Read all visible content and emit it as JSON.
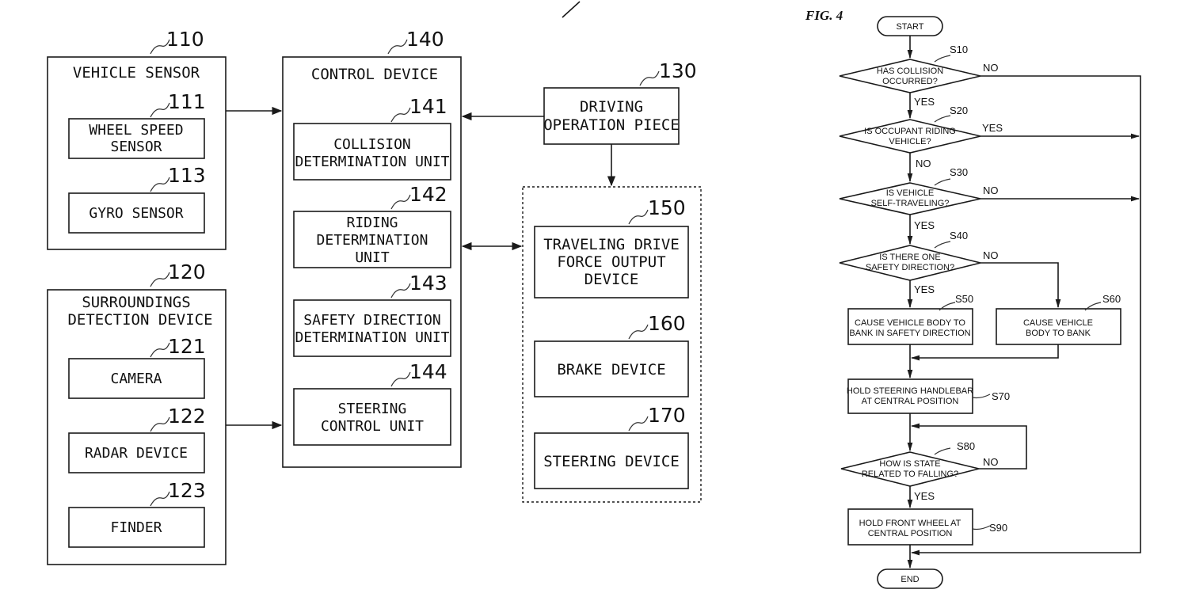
{
  "block_diagram": {
    "vehicle_sensor": {
      "ref": "110",
      "title": "VEHICLE SENSOR"
    },
    "wheel_speed": {
      "ref": "111",
      "lines": [
        "WHEEL SPEED",
        "SENSOR"
      ]
    },
    "gyro": {
      "ref": "113",
      "label": "GYRO SENSOR"
    },
    "surroundings": {
      "ref": "120",
      "lines": [
        "SURROUNDINGS",
        "DETECTION DEVICE"
      ]
    },
    "camera": {
      "ref": "121",
      "label": "CAMERA"
    },
    "radar": {
      "ref": "122",
      "label": "RADAR DEVICE"
    },
    "finder": {
      "ref": "123",
      "label": "FINDER"
    },
    "driving_op": {
      "ref": "130",
      "lines": [
        "DRIVING",
        "OPERATION PIECE"
      ]
    },
    "control_device": {
      "ref": "140",
      "title": "CONTROL DEVICE"
    },
    "collision": {
      "ref": "141",
      "lines": [
        "COLLISION",
        "DETERMINATION UNIT"
      ]
    },
    "riding": {
      "ref": "142",
      "lines": [
        "RIDING",
        "DETERMINATION",
        "UNIT"
      ]
    },
    "safety": {
      "ref": "143",
      "lines": [
        "SAFETY DIRECTION",
        "DETERMINATION UNIT"
      ]
    },
    "steering_ctrl": {
      "ref": "144",
      "lines": [
        "STEERING",
        "CONTROL UNIT"
      ]
    },
    "traveling": {
      "ref": "150",
      "lines": [
        "TRAVELING DRIVE",
        "FORCE OUTPUT",
        "DEVICE"
      ]
    },
    "brake": {
      "ref": "160",
      "label": "BRAKE DEVICE"
    },
    "steering_dev": {
      "ref": "170",
      "label": "STEERING DEVICE"
    }
  },
  "flowchart": {
    "figure_label": "FIG. 4",
    "start": "START",
    "end": "END",
    "s10": {
      "step": "S10",
      "lines": [
        "HAS COLLISION",
        "OCCURRED?"
      ]
    },
    "s20": {
      "step": "S20",
      "lines": [
        "IS OCCUPANT RIDING",
        "VEHICLE?"
      ]
    },
    "s30": {
      "step": "S30",
      "lines": [
        "IS VEHICLE",
        "SELF-TRAVELING?"
      ]
    },
    "s40": {
      "step": "S40",
      "lines": [
        "IS THERE ONE",
        "SAFETY DIRECTION?"
      ]
    },
    "s50": {
      "step": "S50",
      "lines": [
        "CAUSE VEHICLE BODY TO",
        "BANK IN SAFETY DIRECTION"
      ]
    },
    "s60": {
      "step": "S60",
      "lines": [
        "CAUSE VEHICLE",
        "BODY TO BANK"
      ]
    },
    "s70": {
      "step": "S70",
      "lines": [
        "HOLD STEERING HANDLEBAR",
        "AT CENTRAL POSITION"
      ]
    },
    "s80": {
      "step": "S80",
      "lines": [
        "HOW IS STATE",
        "RELATED TO FALLING?"
      ]
    },
    "s90": {
      "step": "S90",
      "lines": [
        "HOLD FRONT WHEEL AT",
        "CENTRAL POSITION"
      ]
    },
    "yes": "YES",
    "no": "NO"
  }
}
